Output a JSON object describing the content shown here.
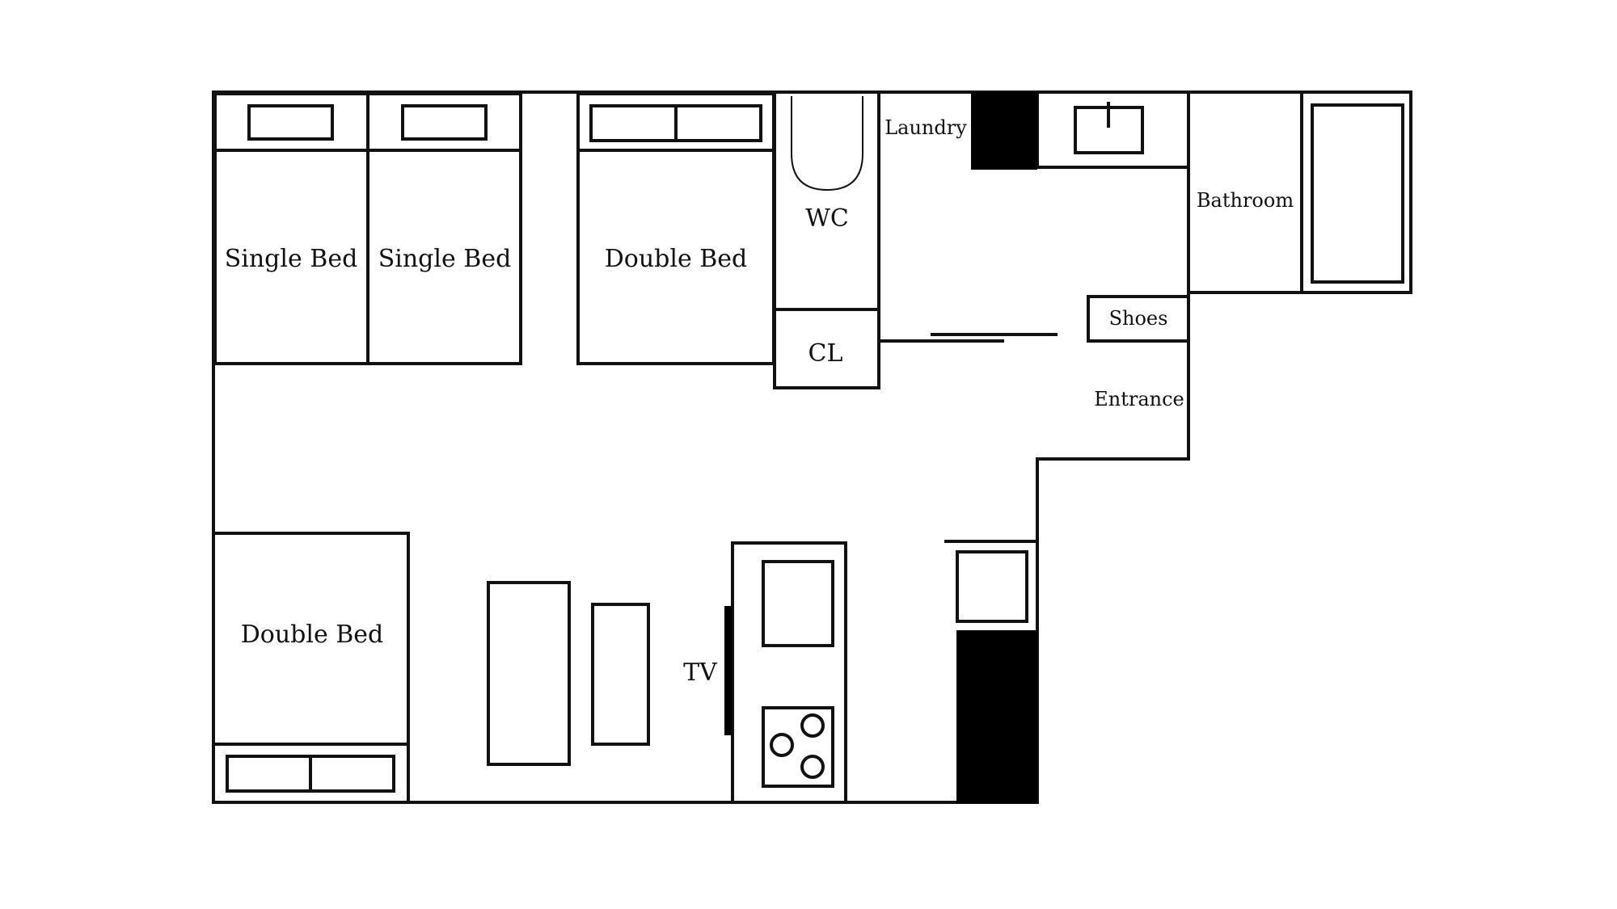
{
  "colors": {
    "ink": "#111111",
    "fill_dark": "#000000",
    "background": "#ffffff"
  },
  "labels": {
    "single_bed_1": "Single Bed",
    "single_bed_2": "Single Bed",
    "double_bed_top": "Double Bed",
    "double_bed_bottom": "Double Bed",
    "wc": "WC",
    "cl": "CL",
    "laundry": "Laundry",
    "bathroom": "Bathroom",
    "shoes": "Shoes",
    "entrance": "Entrance",
    "tv": "TV"
  }
}
